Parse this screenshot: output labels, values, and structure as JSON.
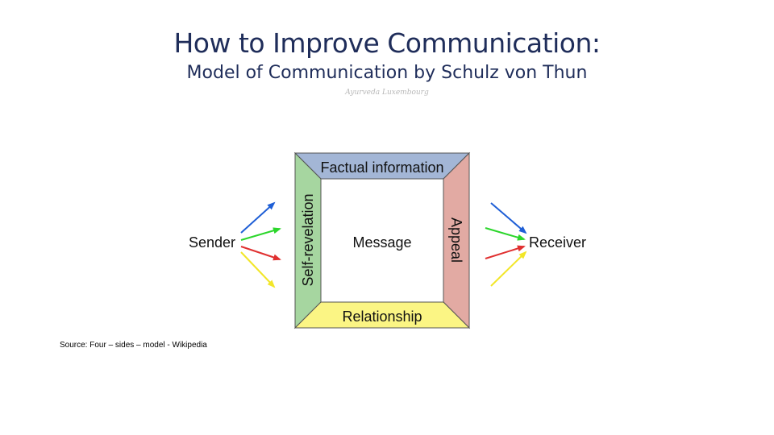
{
  "header": {
    "title": "How to Improve Communication:",
    "subtitle": "Model of Communication by Schulz von Thun",
    "signature": "Ayurveda Luxembourg"
  },
  "diagram": {
    "sender": "Sender",
    "receiver": "Receiver",
    "center": "Message",
    "sides": {
      "top": {
        "label": "Factual information",
        "color": "#a3b6d6"
      },
      "left": {
        "label": "Self-revelation",
        "color": "#a6d6a0"
      },
      "right": {
        "label": "Appeal",
        "color": "#e2aaa3"
      },
      "bottom": {
        "label": "Relationship",
        "color": "#fbf584"
      }
    },
    "arrow_colors": [
      "#1f5fd6",
      "#2bd62b",
      "#e03030",
      "#f2e628"
    ]
  },
  "footer": {
    "source": "Source: Four – sides – model - Wikipedia"
  }
}
